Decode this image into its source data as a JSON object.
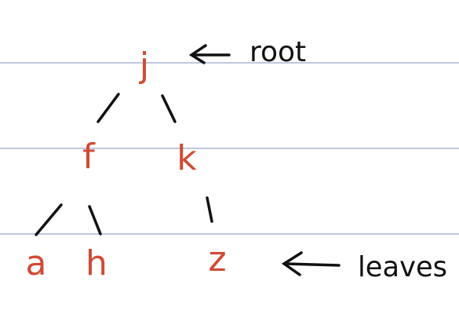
{
  "colors": {
    "background": "#ffffff",
    "ruled_line": "#aab6d6",
    "node_text": "#d24a33",
    "ink": "#111111"
  },
  "tree": {
    "nodes": {
      "root": "j",
      "left_child": "f",
      "right_child": "k",
      "leaf_1": "a",
      "leaf_2": "h",
      "leaf_3": "z"
    }
  },
  "annotations": {
    "root_label": "root",
    "leaves_label": "leaves"
  }
}
